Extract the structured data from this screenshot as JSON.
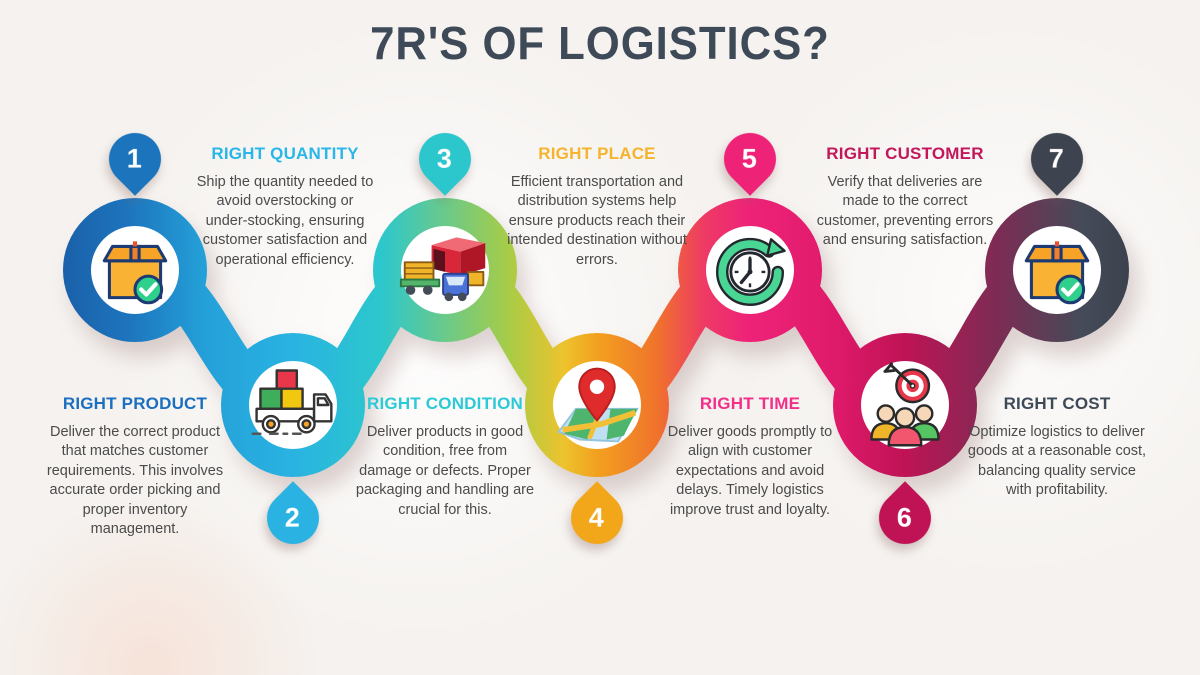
{
  "title": "7R'S OF LOGISTICS?",
  "title_color": "#3e4a57",
  "background_color": "#f5f2ef",
  "chain_palette": [
    "#1a5fa8",
    "#1d74bd",
    "#29b2e2",
    "#2cc7cd",
    "#a9cc45",
    "#edc32d",
    "#f2a11f",
    "#f0742b",
    "#ee2378",
    "#e01a6b",
    "#c01355",
    "#3d4450"
  ],
  "nodes": [
    {
      "number": "1",
      "heading": "RIGHT PRODUCT",
      "description": "Deliver the correct product that matches customer requirements. This involves accurate order picking and proper inventory management.",
      "color": "#1c75bc",
      "heading_color": "#1b6fc0",
      "icon": "package-check-icon"
    },
    {
      "number": "2",
      "heading": "RIGHT QUANTITY",
      "description": "Ship the quantity needed to avoid overstocking or under-stocking, ensuring customer satisfaction and operational efficiency.",
      "color": "#29b2e2",
      "heading_color": "#29b6e8",
      "icon": "delivery-truck-icon"
    },
    {
      "number": "3",
      "heading": "RIGHT CONDITION",
      "description": "Deliver products in good condition, free from damage or defects. Proper packaging and handling are crucial for this.",
      "color": "#2cc7cd",
      "heading_color": "#2cc9d6",
      "icon": "cargo-container-icon"
    },
    {
      "number": "4",
      "heading": "RIGHT PLACE",
      "description": "Efficient transportation and distribution systems help ensure products reach their intended destination without errors.",
      "color": "#f2a71b",
      "heading_color": "#f5b32e",
      "icon": "map-location-pin-icon"
    },
    {
      "number": "5",
      "heading": "RIGHT TIME",
      "description": "Deliver goods promptly to align with customer expectations and avoid delays. Timely logistics improve trust and loyalty.",
      "color": "#ee2378",
      "heading_color": "#f2308a",
      "icon": "clock-rotate-icon"
    },
    {
      "number": "6",
      "heading": "RIGHT CUSTOMER",
      "description": "Verify that deliveries are made to the correct customer, preventing errors and ensuring satisfaction.",
      "color": "#c01355",
      "heading_color": "#c2185b",
      "icon": "target-customers-icon"
    },
    {
      "number": "7",
      "heading": "RIGHT COST",
      "description": "Optimize logistics to deliver goods at a reasonable cost, balancing quality service with profitability.",
      "color": "#3d4450",
      "heading_color": "#3e4a57",
      "icon": "package-check-icon"
    }
  ]
}
